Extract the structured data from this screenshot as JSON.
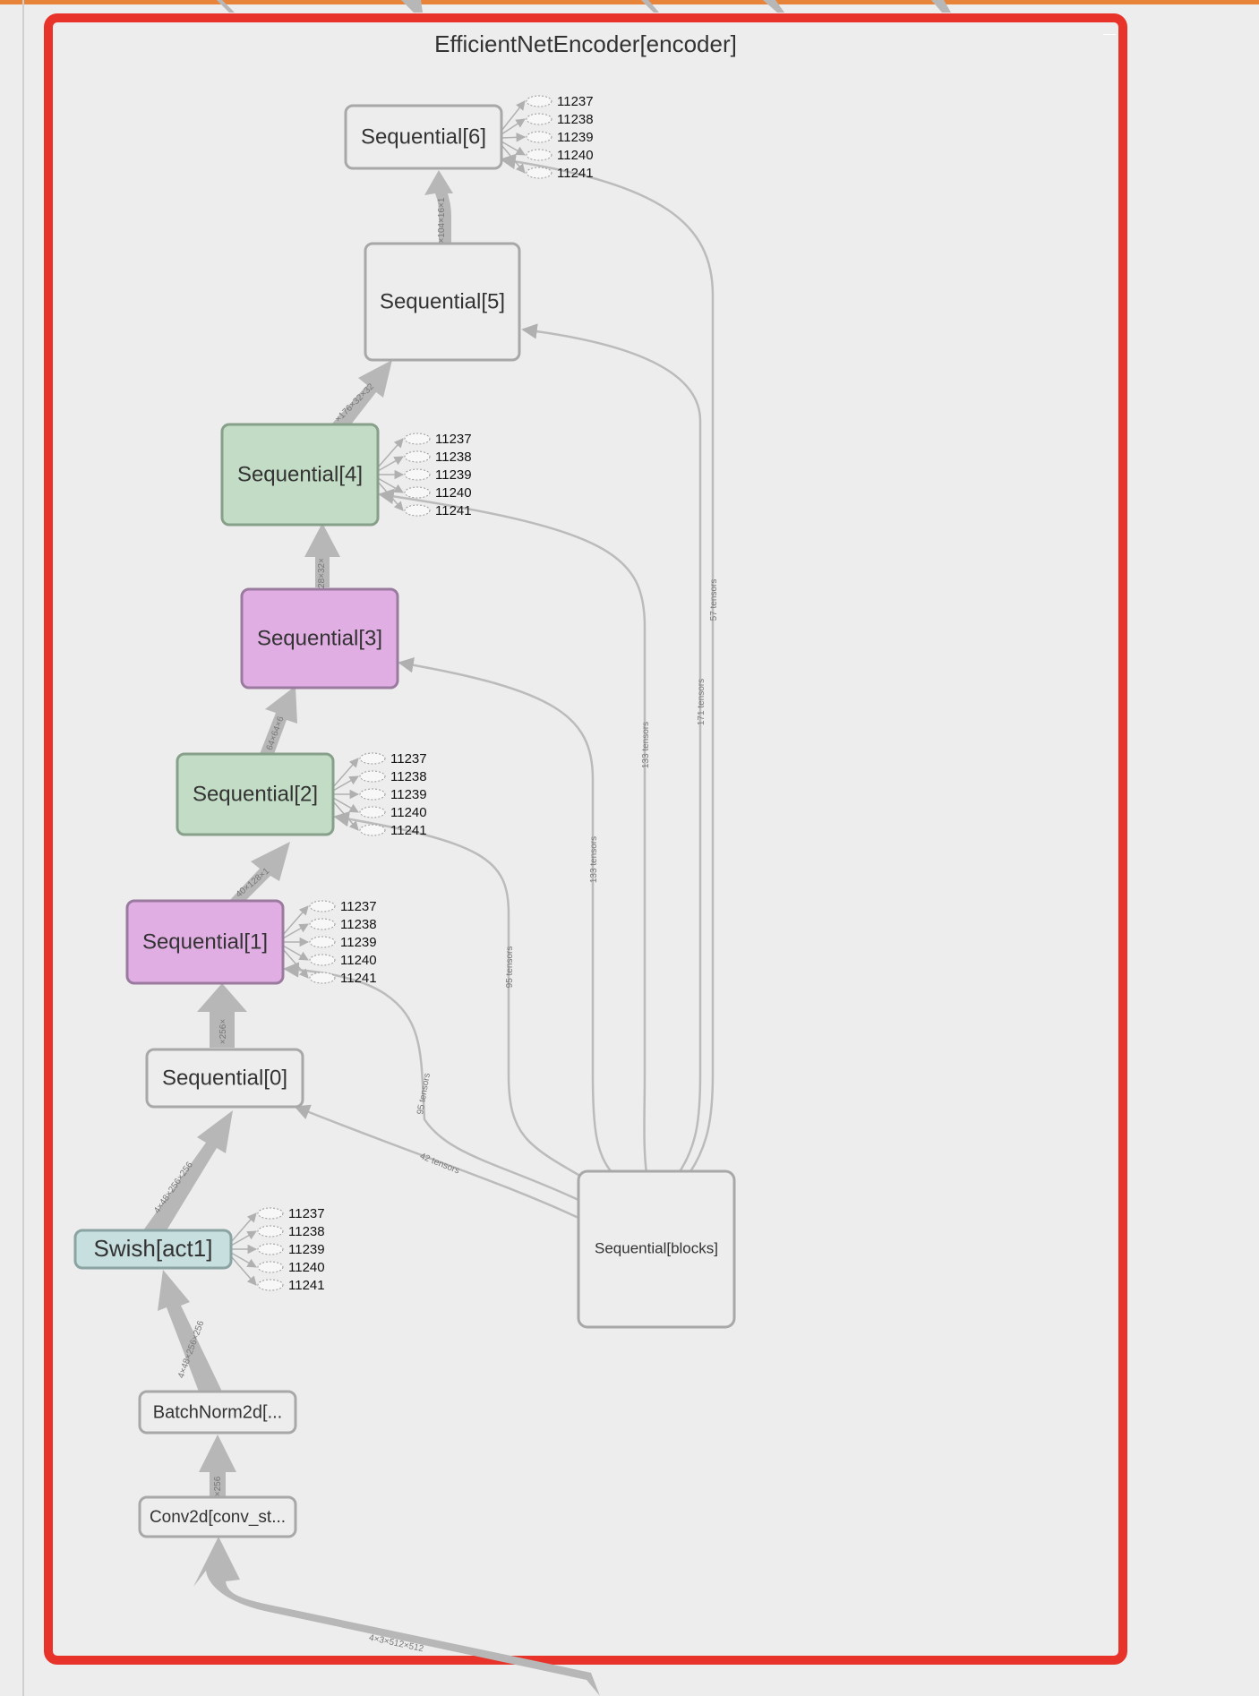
{
  "graph": {
    "title": "EfficientNetEncoder[encoder]",
    "colors": {
      "frame": "#e8332a",
      "background": "#ededed",
      "edge": "#b7b7b7",
      "purple_node": "#e1aee4",
      "purple_stroke": "#9b7aa0",
      "green_node": "#c3dcc5",
      "green_stroke": "#87a08a",
      "teal_node": "#c8dfdf",
      "teal_stroke": "#8aa3a3",
      "plain_node": "#ededed",
      "top_bar": "#e8833a"
    },
    "nodes": {
      "seq6": "Sequential[6]",
      "seq5": "Sequential[5]",
      "seq4": "Sequential[4]",
      "seq3": "Sequential[3]",
      "seq2": "Sequential[2]",
      "seq1": "Sequential[1]",
      "seq0": "Sequential[0]",
      "act1": "Swish[act1]",
      "bn": "BatchNorm2d[...",
      "conv": "Conv2d[conv_st...",
      "blocks": "Sequential[blocks]"
    },
    "aux_labels": [
      "11237",
      "11238",
      "11239",
      "11240",
      "11241"
    ],
    "edge_labels": {
      "seq5_seq6": "×104×16×1",
      "seq4_seq5": "×176×32×32",
      "seq3_seq4": "28×32×",
      "seq2_seq3": "64×64×6",
      "seq1_seq2": "40×128×1",
      "seq0_seq1": "×256×",
      "act1_seq0": "4×48×256×256",
      "bn_act1": "4×48×256×256",
      "conv_bn": "×256",
      "input_conv": "4×3×512×512",
      "blocks_seq6": "57 tensors",
      "blocks_seq5": "171 tensors",
      "blocks_seq4": "133 tensors",
      "blocks_seq3": "133 tensors",
      "blocks_seq2": "95 tensors",
      "blocks_seq1": "95 tensors",
      "blocks_seq0": "42 tensors"
    }
  }
}
